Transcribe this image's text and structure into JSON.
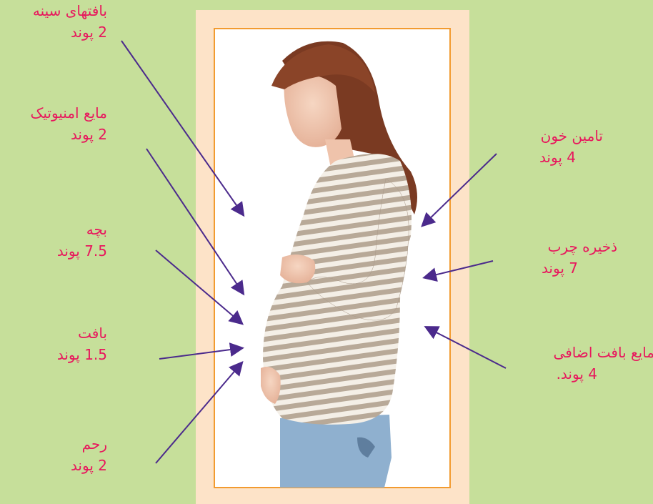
{
  "colors": {
    "background": "#c6df9a",
    "frame_bg": "#fde3c8",
    "frame_border": "#f29b30",
    "label_text": "#e8175d",
    "arrow": "#4b2a8c",
    "sweater_stripe": "#b8a998",
    "jeans": "#8fb0cf"
  },
  "labels": {
    "breast": {
      "name": "بافتهای سینه",
      "value": "2 پوند"
    },
    "amniotic": {
      "name": "مایع امنیوتیک",
      "value": "2 پوند"
    },
    "baby": {
      "name": "بچه",
      "value": "7.5 پوند"
    },
    "tissue": {
      "name": "بافت",
      "value": "1.5 پوند"
    },
    "uterus": {
      "name": "رحم",
      "value": "2 پوند"
    },
    "blood": {
      "name": "تامین خون",
      "value": "4 پوند"
    },
    "fat": {
      "name": "ذخیره چرب",
      "value": "7 پوند"
    },
    "fluid": {
      "name": "مایع بافت اضافی",
      "value": "4 پوند."
    }
  },
  "image": {
    "subject": "pregnant-woman-side-profile"
  }
}
